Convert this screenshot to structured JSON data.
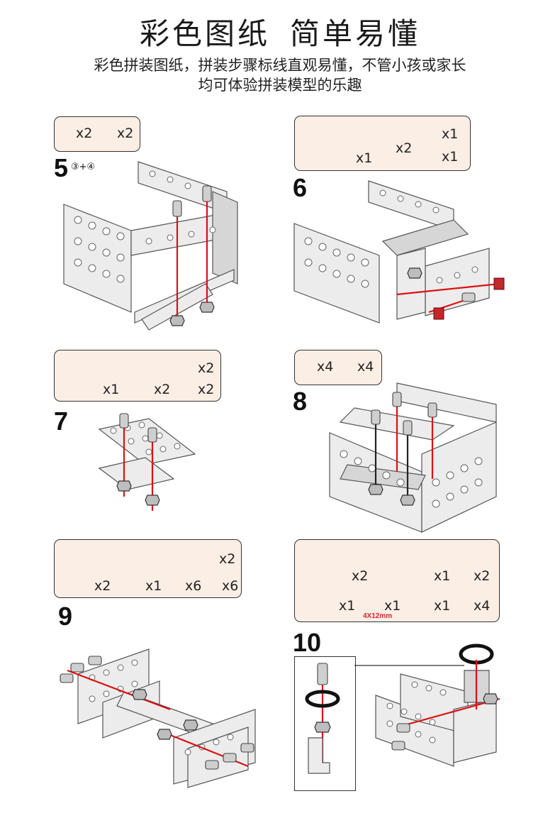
{
  "header": {
    "title_part1": "彩色图纸",
    "title_part2": "简单易懂",
    "subtitle_line1": "彩色拼装图纸，拼装步骤标线直观易懂，不管小孩或家长",
    "subtitle_line2": "均可体验拼装模型的乐趣"
  },
  "steps": {
    "s5": {
      "number": "5",
      "sub": "③+④",
      "q1": "x2",
      "q2": "x2"
    },
    "s6": {
      "number": "6",
      "q1": "x1",
      "q2": "x2",
      "q3": "x1",
      "q4": "x1"
    },
    "s7": {
      "number": "7",
      "q1": "x1",
      "q2": "x2",
      "q3": "x2",
      "q4": "x2"
    },
    "s8": {
      "number": "8",
      "q1": "x4",
      "q2": "x4"
    },
    "s9": {
      "number": "9",
      "q1": "x2",
      "q2": "x1",
      "q3": "x2",
      "q4": "x6",
      "q5": "x6"
    },
    "s10": {
      "number": "10",
      "q1": "x2",
      "q2": "x1",
      "q3": "x2",
      "q4": "x1",
      "q5": "x1",
      "q6": "x1",
      "q7": "x4",
      "bolt_size": "4X12mm"
    }
  },
  "colors": {
    "panel_bg": "#fbeee4",
    "guide_line": "#dd1111",
    "metal": "#ececec"
  }
}
